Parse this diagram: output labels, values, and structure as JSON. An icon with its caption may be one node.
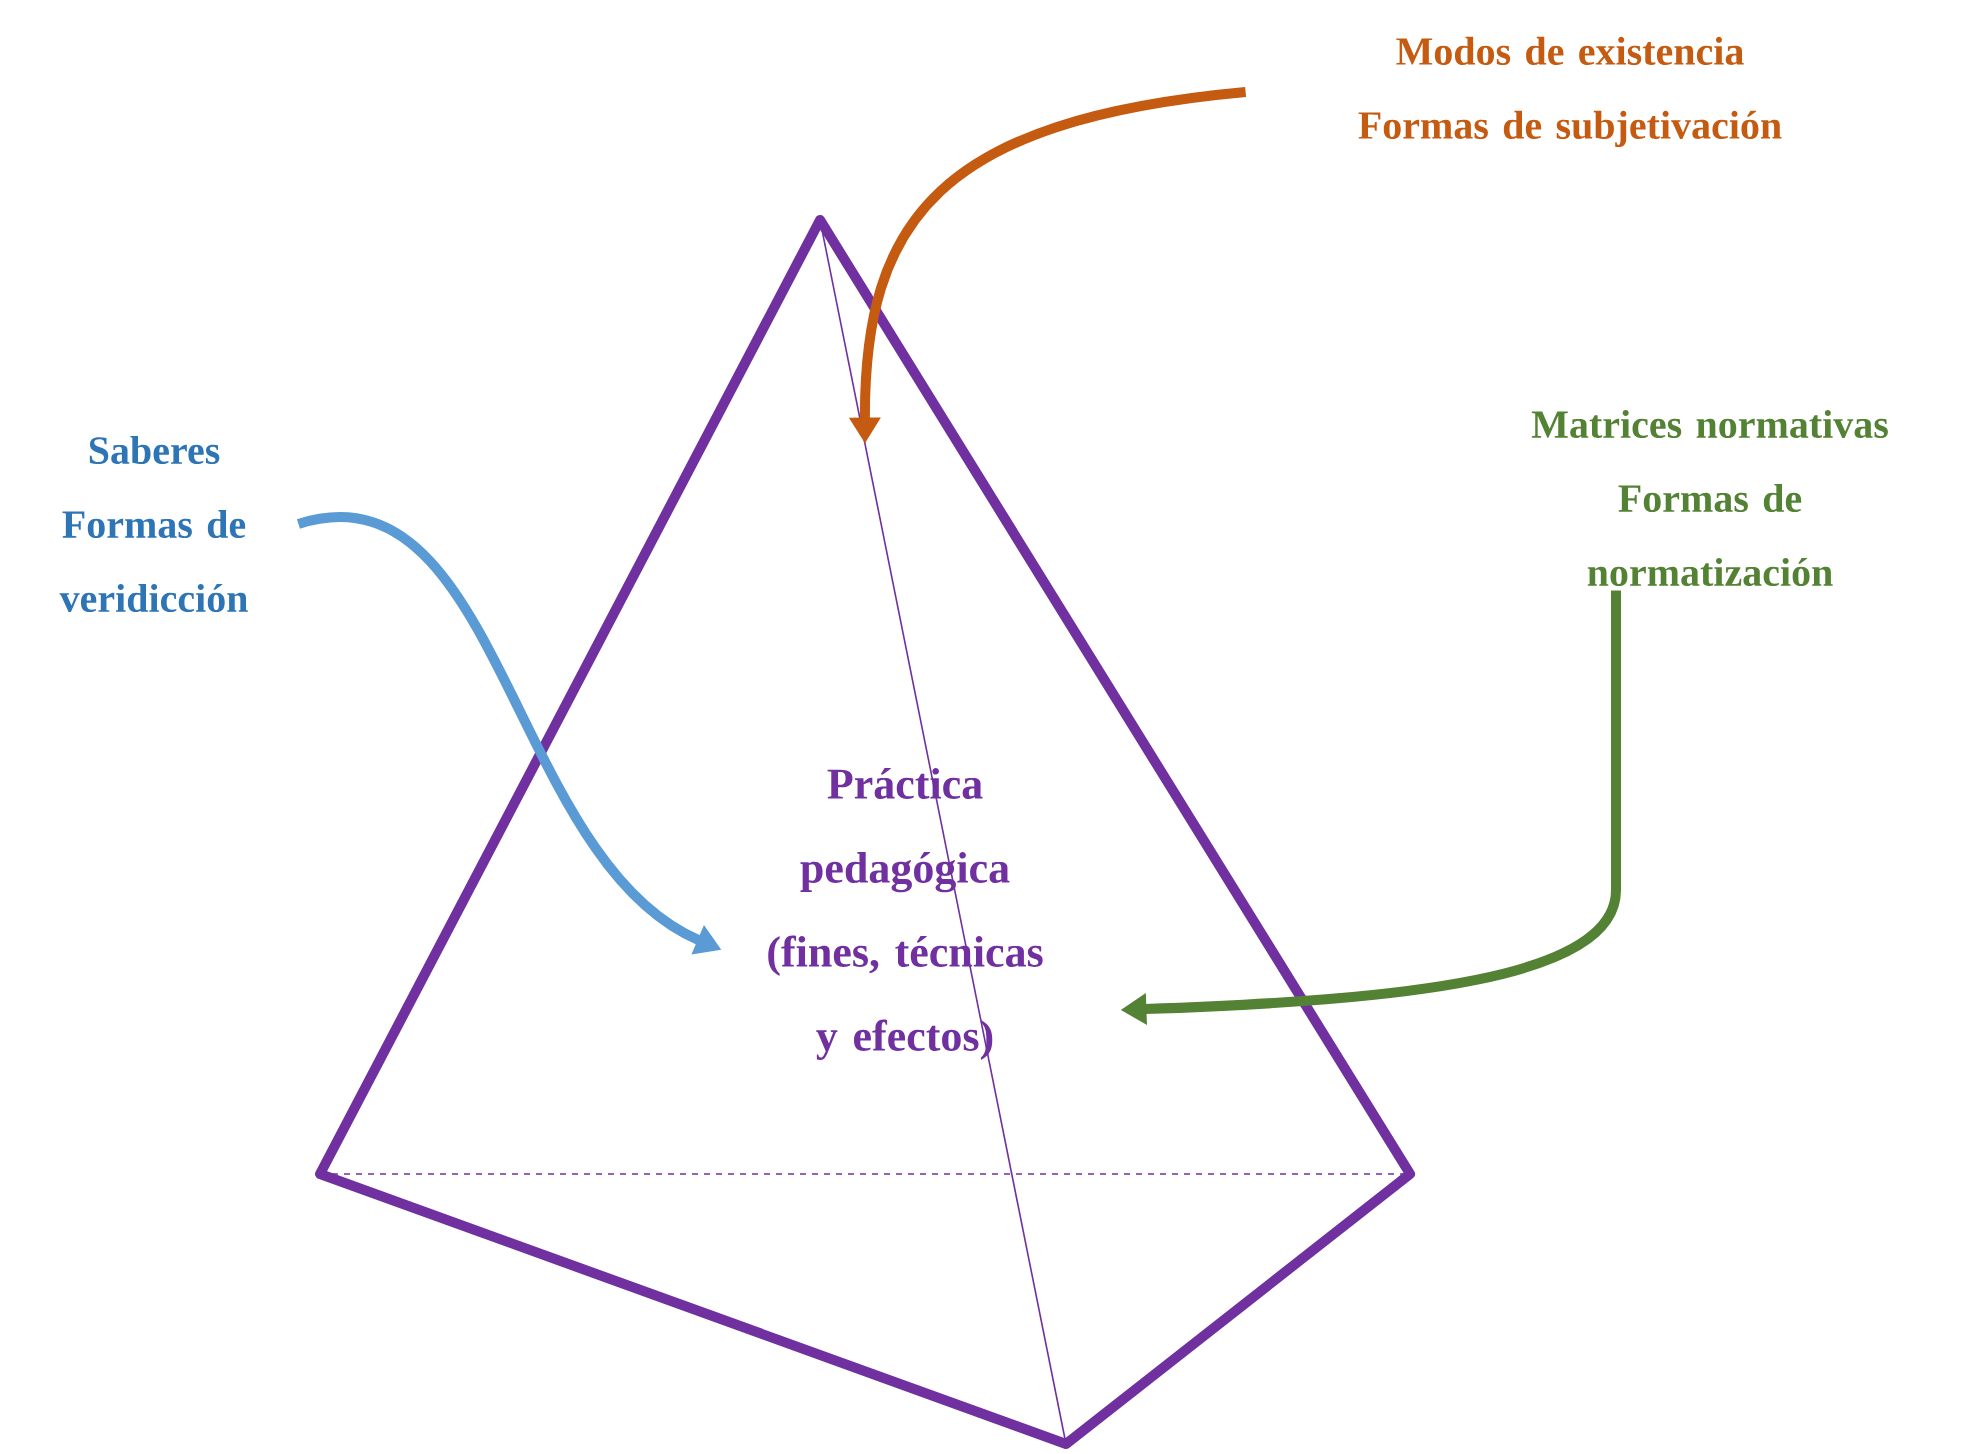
{
  "diagram": {
    "nodes": [
      {
        "text": [],
        "shape": "pyramid"
      },
      {
        "text": [
          "Práctica pedagógica (fines, técnicas y efectos)"
        ],
        "in": 0
      },
      {
        "text": [
          "Modos de existencia",
          "Formas de subjetivación"
        ]
      },
      {
        "text": [
          "Saberes",
          "Formas de veridicción"
        ]
      },
      {
        "text": [
          "Matrices normativas",
          "Formas de normatización"
        ]
      }
    ],
    "edges": [
      {
        "from": 2,
        "to": 0,
        "arrow": "to",
        "color": "#c55a11"
      },
      {
        "from": 3,
        "to": 1,
        "arrow": "to",
        "color": "#5b9bd5"
      },
      {
        "from": 4,
        "to": 1,
        "arrow": "to",
        "color": "#548235"
      }
    ]
  }
}
